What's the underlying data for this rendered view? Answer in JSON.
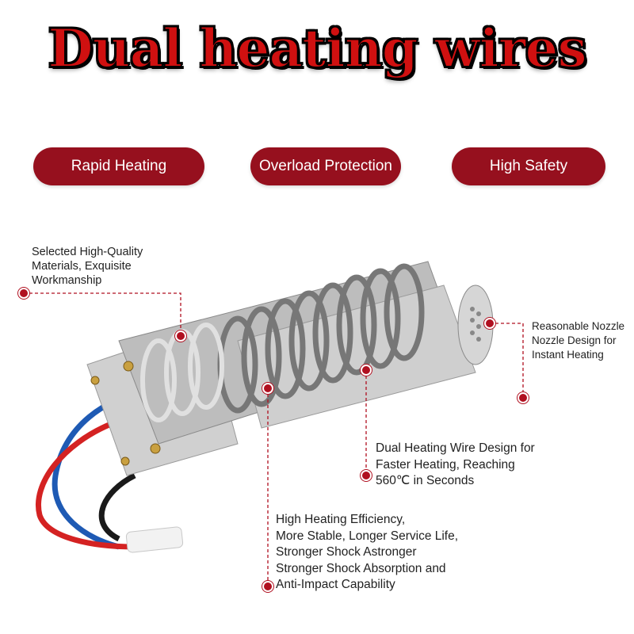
{
  "title": "Dual heating wires",
  "features": [
    {
      "label": "Rapid Heating"
    },
    {
      "label": "Overload Protection"
    },
    {
      "label": "High Safety"
    }
  ],
  "callouts": {
    "materials": "Selected High-Quality\nMaterials, Exquisite\nWorkmanship",
    "nozzle": "Reasonable Nozzle\nNozzle Design for\nInstant Heating",
    "dual_wire": "Dual Heating Wire Design for\nFaster Heating, Reaching\n560℃ in Seconds",
    "efficiency": "High Heating Efficiency,\nMore Stable, Longer Service Life,\nStronger Shock Astronger\nStronger Shock Absorption and\nAnti-Impact Capability"
  },
  "colors": {
    "accent": "#96101e",
    "title_red": "#d01010",
    "dot_red": "#b01020"
  }
}
